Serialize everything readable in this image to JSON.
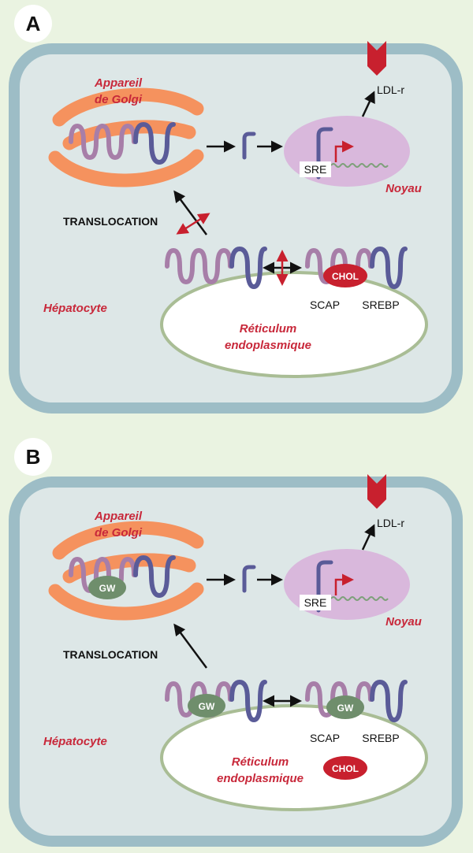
{
  "panels": [
    {
      "letter": "A",
      "golgi_label": [
        "Appareil",
        "de Golgi"
      ],
      "receptor_label": "LDL-r",
      "sre_label": "SRE",
      "nucleus_label": "Noyau",
      "translocation_label": "TRANSLOCATION",
      "cell_label": "Hépatocyte",
      "scap_label": "SCAP",
      "srebp_label": "SREBP",
      "er_label": [
        "Réticulum",
        "endoplasmique"
      ],
      "chol_label": "CHOL",
      "gw_label": ""
    },
    {
      "letter": "B",
      "golgi_label": [
        "Appareil",
        "de Golgi"
      ],
      "receptor_label": "LDL-r",
      "sre_label": "SRE",
      "nucleus_label": "Noyau",
      "translocation_label": "TRANSLOCATION",
      "cell_label": "Hépatocyte",
      "scap_label": "SCAP",
      "srebp_label": "SREBP",
      "er_label": [
        "Réticulum",
        "endoplasmique"
      ],
      "chol_label": "CHOL",
      "gw_label": "GW"
    }
  ],
  "colors": {
    "background": "#eaf3e1",
    "cell_border": "#9dbdc6",
    "cell_fill": "#dde7e7",
    "golgi": "#f5925e",
    "nucleus": "#d9b8dc",
    "scap": "#a77ea8",
    "srebp": "#5a5b98",
    "label_red": "#c8283a",
    "receptor": "#c8202e",
    "chol": "#c8202e",
    "gw": "#6f8e6c",
    "er_border": "#a9bd95",
    "dna": "#7ea07a"
  }
}
